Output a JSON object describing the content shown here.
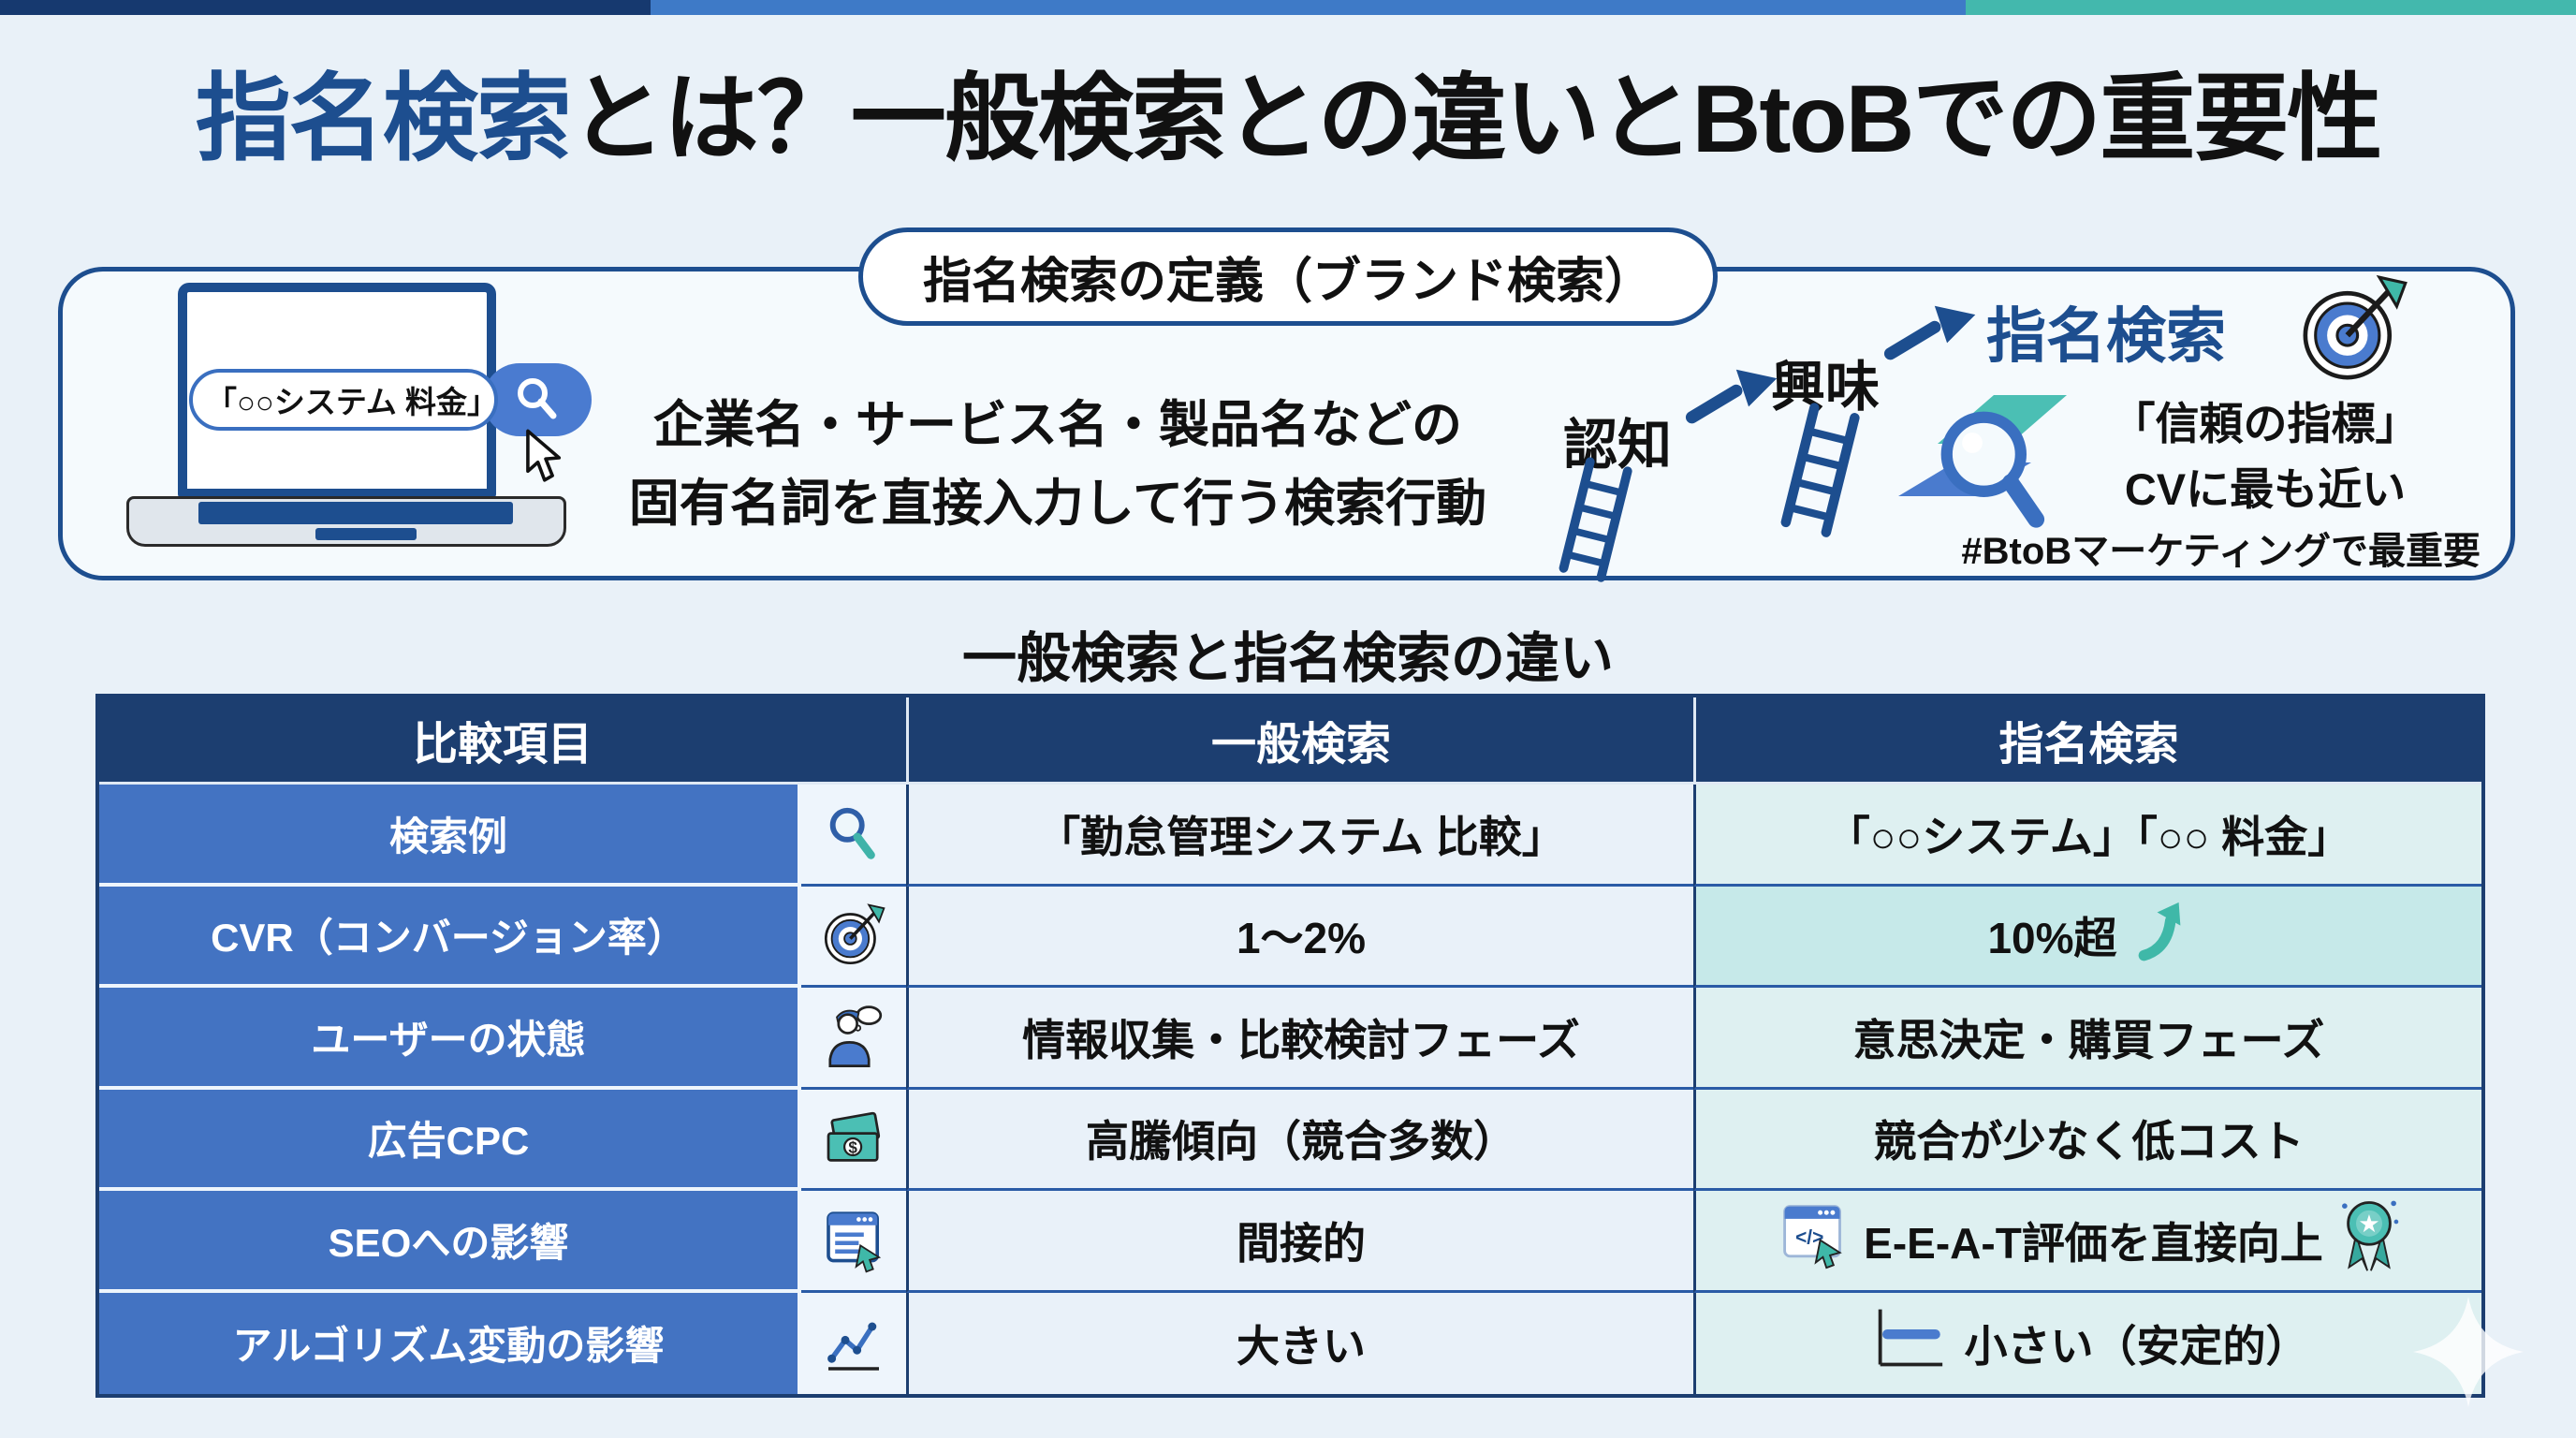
{
  "title": {
    "accent": "指名検索",
    "rest": "とは？一般検索との違いとBtoBでの重要性"
  },
  "topbar_colors": [
    "#16396f",
    "#3e7ac7",
    "#43b8ad"
  ],
  "hero": {
    "badge": "指名検索の定義（ブランド検索）",
    "laptop": {
      "search_query": "「○○システム 料金」",
      "search_button_icon": "magnifier-icon",
      "cursor_icon": "mouse-pointer-icon"
    },
    "definition_line1": "企業名・サービス名・製品名などの",
    "definition_line2": "固有名詞を直接入力して行う検索行動",
    "funnel": {
      "stages": [
        {
          "label": "認知",
          "icon": "ladder-icon"
        },
        {
          "label": "興味",
          "icon": "ladder-icon"
        },
        {
          "label": "指名検索",
          "icon": "target-dart-icon"
        }
      ],
      "magnifier_icon": "magnifier-icon",
      "trust_label": "「信頼の指標」",
      "cv_label": "CVに最も近い",
      "hashtag": "#BtoBマーケティングで最重要"
    }
  },
  "table_section": {
    "title": "一般検索と指名検索の違い",
    "headers": [
      "比較項目",
      "一般検索",
      "指名検索"
    ],
    "rows": [
      {
        "label": "検索例",
        "icon": "magnifier-icon",
        "general": "「勤怠管理システム 比較」",
        "branded": "「○○システム」「○○ 料金」"
      },
      {
        "label": "CVR（コンバージョン率）",
        "icon": "target-dart-icon",
        "general": "1〜2%",
        "branded": "10%超",
        "branded_extra_icon": "teal-up-arrow-icon",
        "branded_highlight": true
      },
      {
        "label": "ユーザーの状態",
        "icon": "thinking-person-icon",
        "general": "情報収集・比較検討フェーズ",
        "branded": "意思決定・購買フェーズ"
      },
      {
        "label": "広告CPC",
        "icon": "money-icon",
        "general": "高騰傾向（競合多数）",
        "branded": "競合が少なく低コスト"
      },
      {
        "label": "SEOへの影響",
        "icon": "browser-cursor-icon",
        "general": "間接的",
        "branded": "E-E-A-T評価を直接向上",
        "branded_left_icon": "code-browser-icon",
        "branded_right_icon": "award-ribbon-icon"
      },
      {
        "label": "アルゴリズム変動の影響",
        "icon": "line-chart-icon",
        "general": "大きい",
        "branded": "小さい（安定的）",
        "branded_left_icon": "flat-line-icon"
      }
    ]
  },
  "colors": {
    "accent_navy": "#1d4e8f",
    "header_navy": "#1c3e70",
    "row_label_blue": "#4373c2",
    "general_cell_bg": "#e9f1f9",
    "branded_cell_bg": "#def0f1",
    "branded_highlight_bg": "#c6e9e9",
    "teal": "#3fb8a8"
  }
}
